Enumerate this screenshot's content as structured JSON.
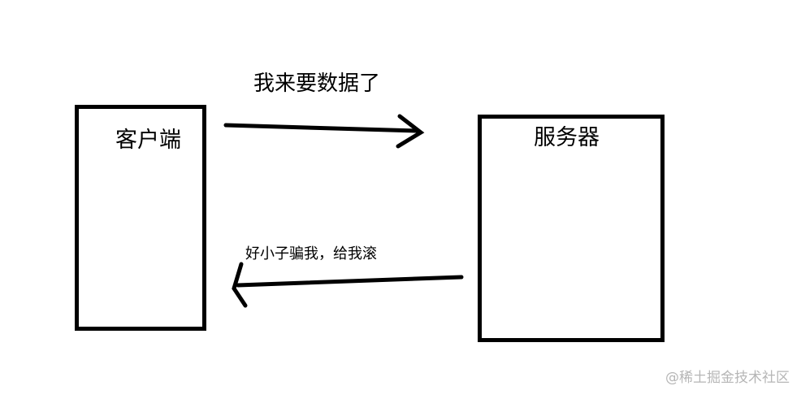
{
  "diagram": {
    "nodes": [
      {
        "id": "client",
        "label": "客户端"
      },
      {
        "id": "server",
        "label": "服务器"
      }
    ],
    "edges": [
      {
        "from": "client",
        "to": "server",
        "label": "我来要数据了",
        "direction": "right"
      },
      {
        "from": "server",
        "to": "client",
        "label": "好小子骗我，给我滚",
        "direction": "left"
      }
    ]
  },
  "watermark": "@稀土掘金技术社区",
  "colors": {
    "stroke": "#000000",
    "background": "#ffffff",
    "watermark": "#b6b6b6"
  }
}
